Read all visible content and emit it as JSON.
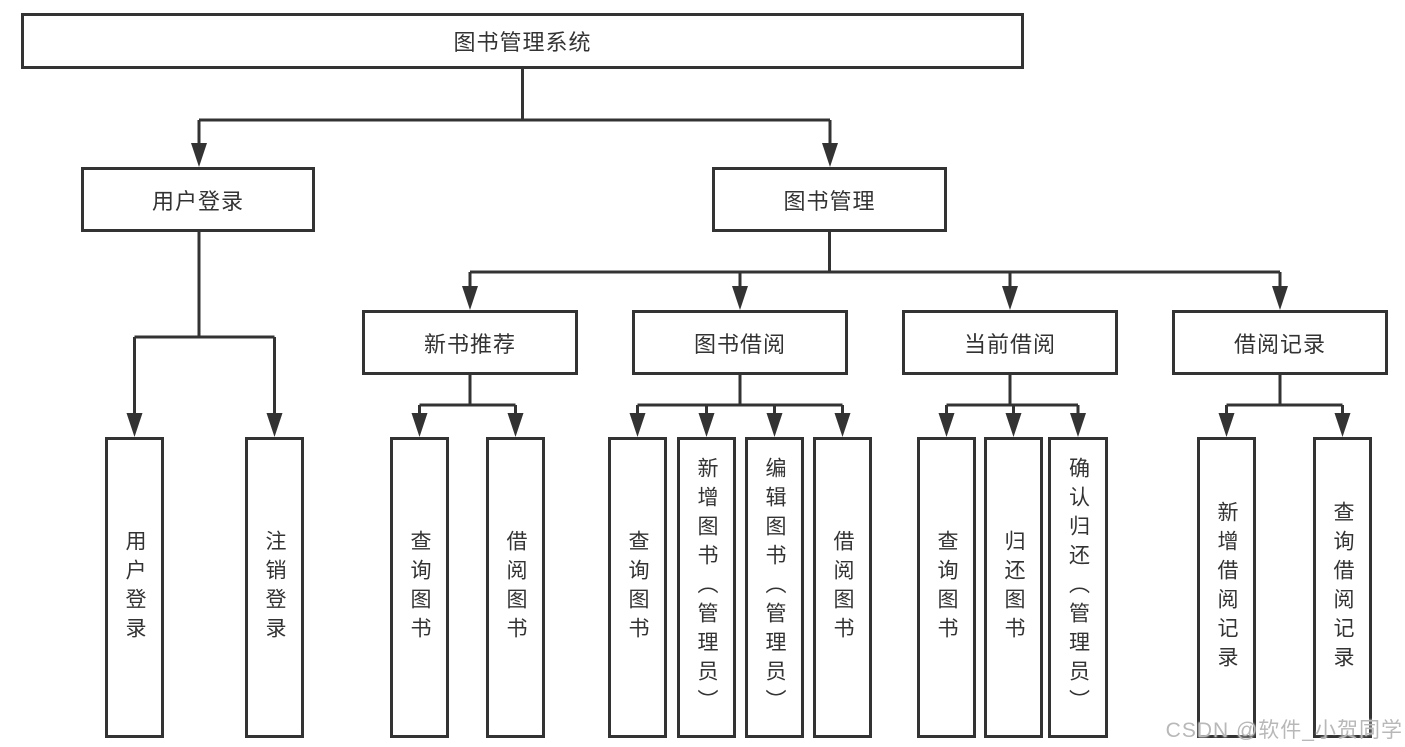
{
  "nodes": {
    "root": "图书管理系统",
    "level2": [
      "用户登录",
      "图书管理"
    ],
    "login_children": [
      "用户登录",
      "注销登录"
    ],
    "level3": [
      "新书推荐",
      "图书借阅",
      "当前借阅",
      "借阅记录"
    ],
    "recommend_children": [
      "查询图书",
      "借阅图书"
    ],
    "borrow_children": [
      "查询图书",
      "新增图书（管理员）",
      "编辑图书（管理员）",
      "借阅图书"
    ],
    "current_children": [
      "查询图书",
      "归还图书",
      "确认归还（管理员）"
    ],
    "record_children": [
      "新增借阅记录",
      "查询借阅记录"
    ]
  },
  "watermark": "CSDN @软件_小贺同学",
  "colors": {
    "line": "#333333",
    "box_border": "#333333",
    "box_fill": "#ffffff",
    "text": "#333333",
    "watermark": "#b8b8b8"
  }
}
